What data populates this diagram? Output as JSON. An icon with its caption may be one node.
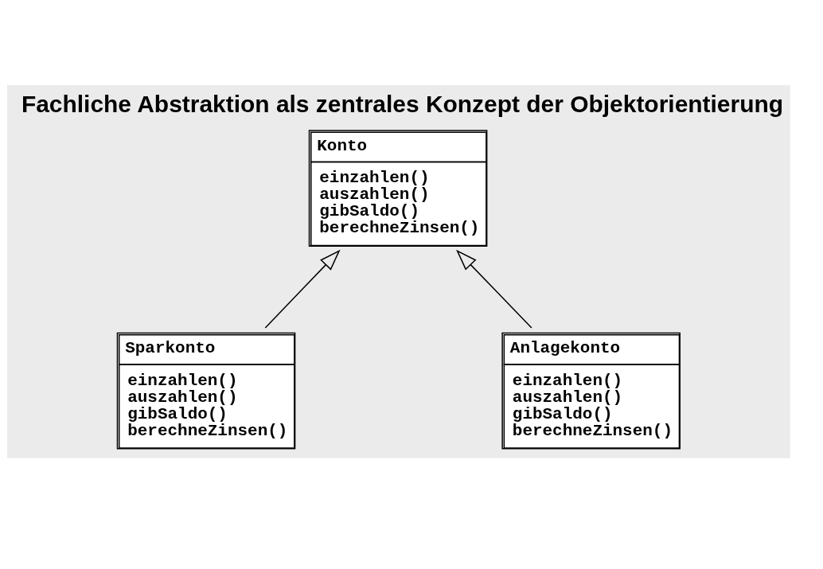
{
  "diagram": {
    "title": "Fachliche Abstraktion als zentrales Konzept der Objektorientierung",
    "nodes": [
      {
        "text": [
          "Konto",
          "einzahlen()",
          "auszahlen()",
          "gibSaldo()",
          "berechneZinsen()"
        ]
      },
      {
        "text": [
          "Sparkonto",
          "einzahlen()",
          "auszahlen()",
          "gibSaldo()",
          "berechneZinsen()"
        ]
      },
      {
        "text": [
          "Anlagekonto",
          "einzahlen()",
          "auszahlen()",
          "gibSaldo()",
          "berechneZinsen()"
        ]
      }
    ],
    "edges": [
      {
        "from": 1,
        "to": 0,
        "arrow": "to"
      },
      {
        "from": 2,
        "to": 0,
        "arrow": "to"
      }
    ]
  }
}
